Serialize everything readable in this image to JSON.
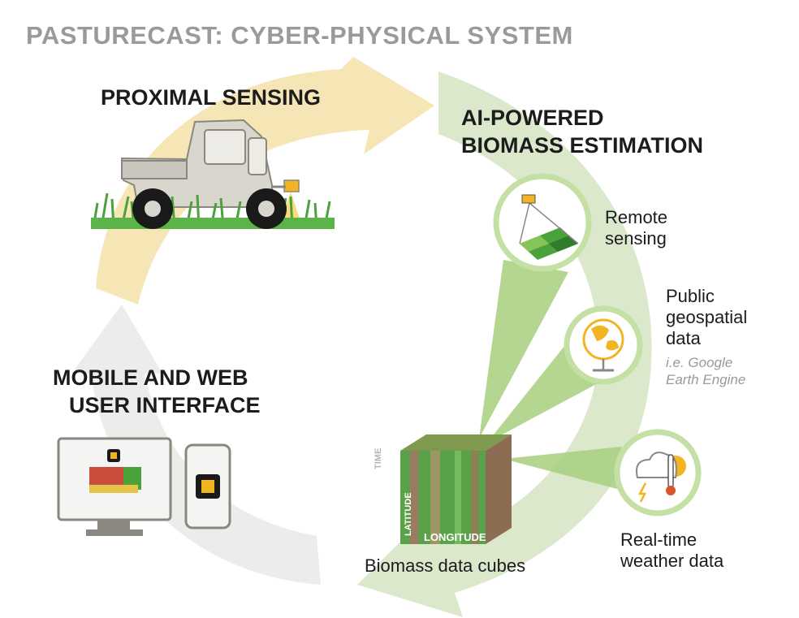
{
  "title": "PASTURECAST: CYBER-PHYSICAL SYSTEM",
  "sections": {
    "proximal": "PROXIMAL SENSING",
    "ai_line1": "AI-POWERED",
    "ai_line2": "BIOMASS ESTIMATION",
    "ui_line1": "MOBILE AND WEB",
    "ui_line2": "USER INTERFACE"
  },
  "sources": {
    "remote_line1": "Remote",
    "remote_line2": "sensing",
    "public_line1": "Public",
    "public_line2": "geospatial",
    "public_line3": "data",
    "public_note_line1": "i.e. Google",
    "public_note_line2": "Earth Engine",
    "weather_line1": "Real-",
    "weather_line2": "time",
    "weather_line3": "weather data"
  },
  "cube": {
    "caption": "Biomass data cubes",
    "axis_time": "TIME",
    "axis_latitude": "LATITUDE",
    "axis_longitude": "LONGITUDE"
  },
  "colors": {
    "arrow_yellow": "#f6e6b6",
    "arrow_green": "#dbe8cc",
    "arrow_gray": "#ececea",
    "circle_ring": "#c5e0a4",
    "icon_yellow": "#f2b421",
    "grass_green": "#4aa23b"
  }
}
